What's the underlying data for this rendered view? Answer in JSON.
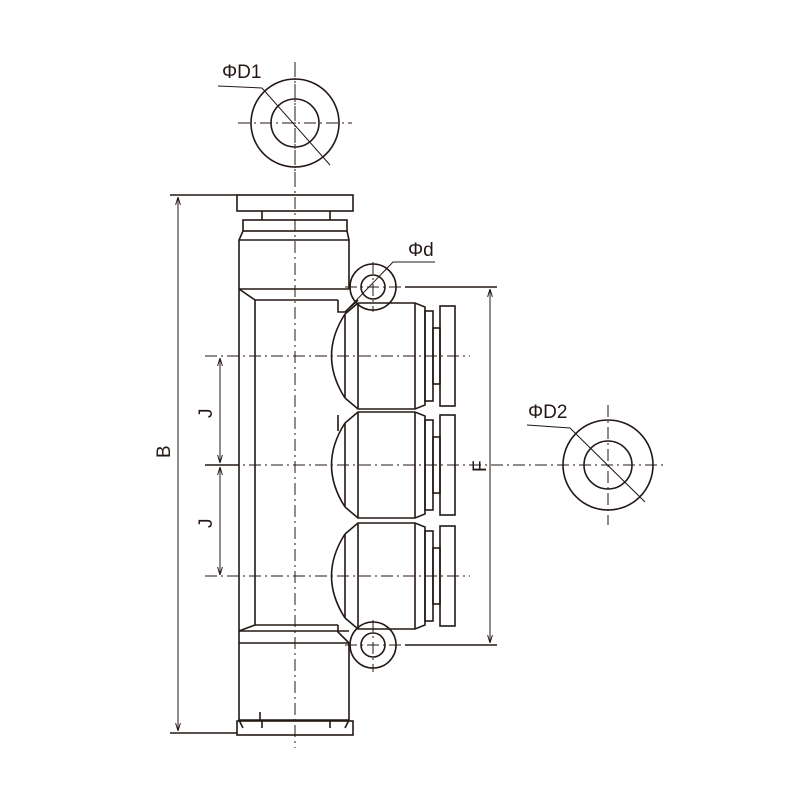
{
  "drawing": {
    "labels": {
      "d1": "ΦD1",
      "d2": "ΦD2",
      "d_small": "Φd",
      "b": "B",
      "j1": "J",
      "j2": "J",
      "f": "F"
    },
    "line_color": "#231815",
    "background": "#ffffff"
  }
}
